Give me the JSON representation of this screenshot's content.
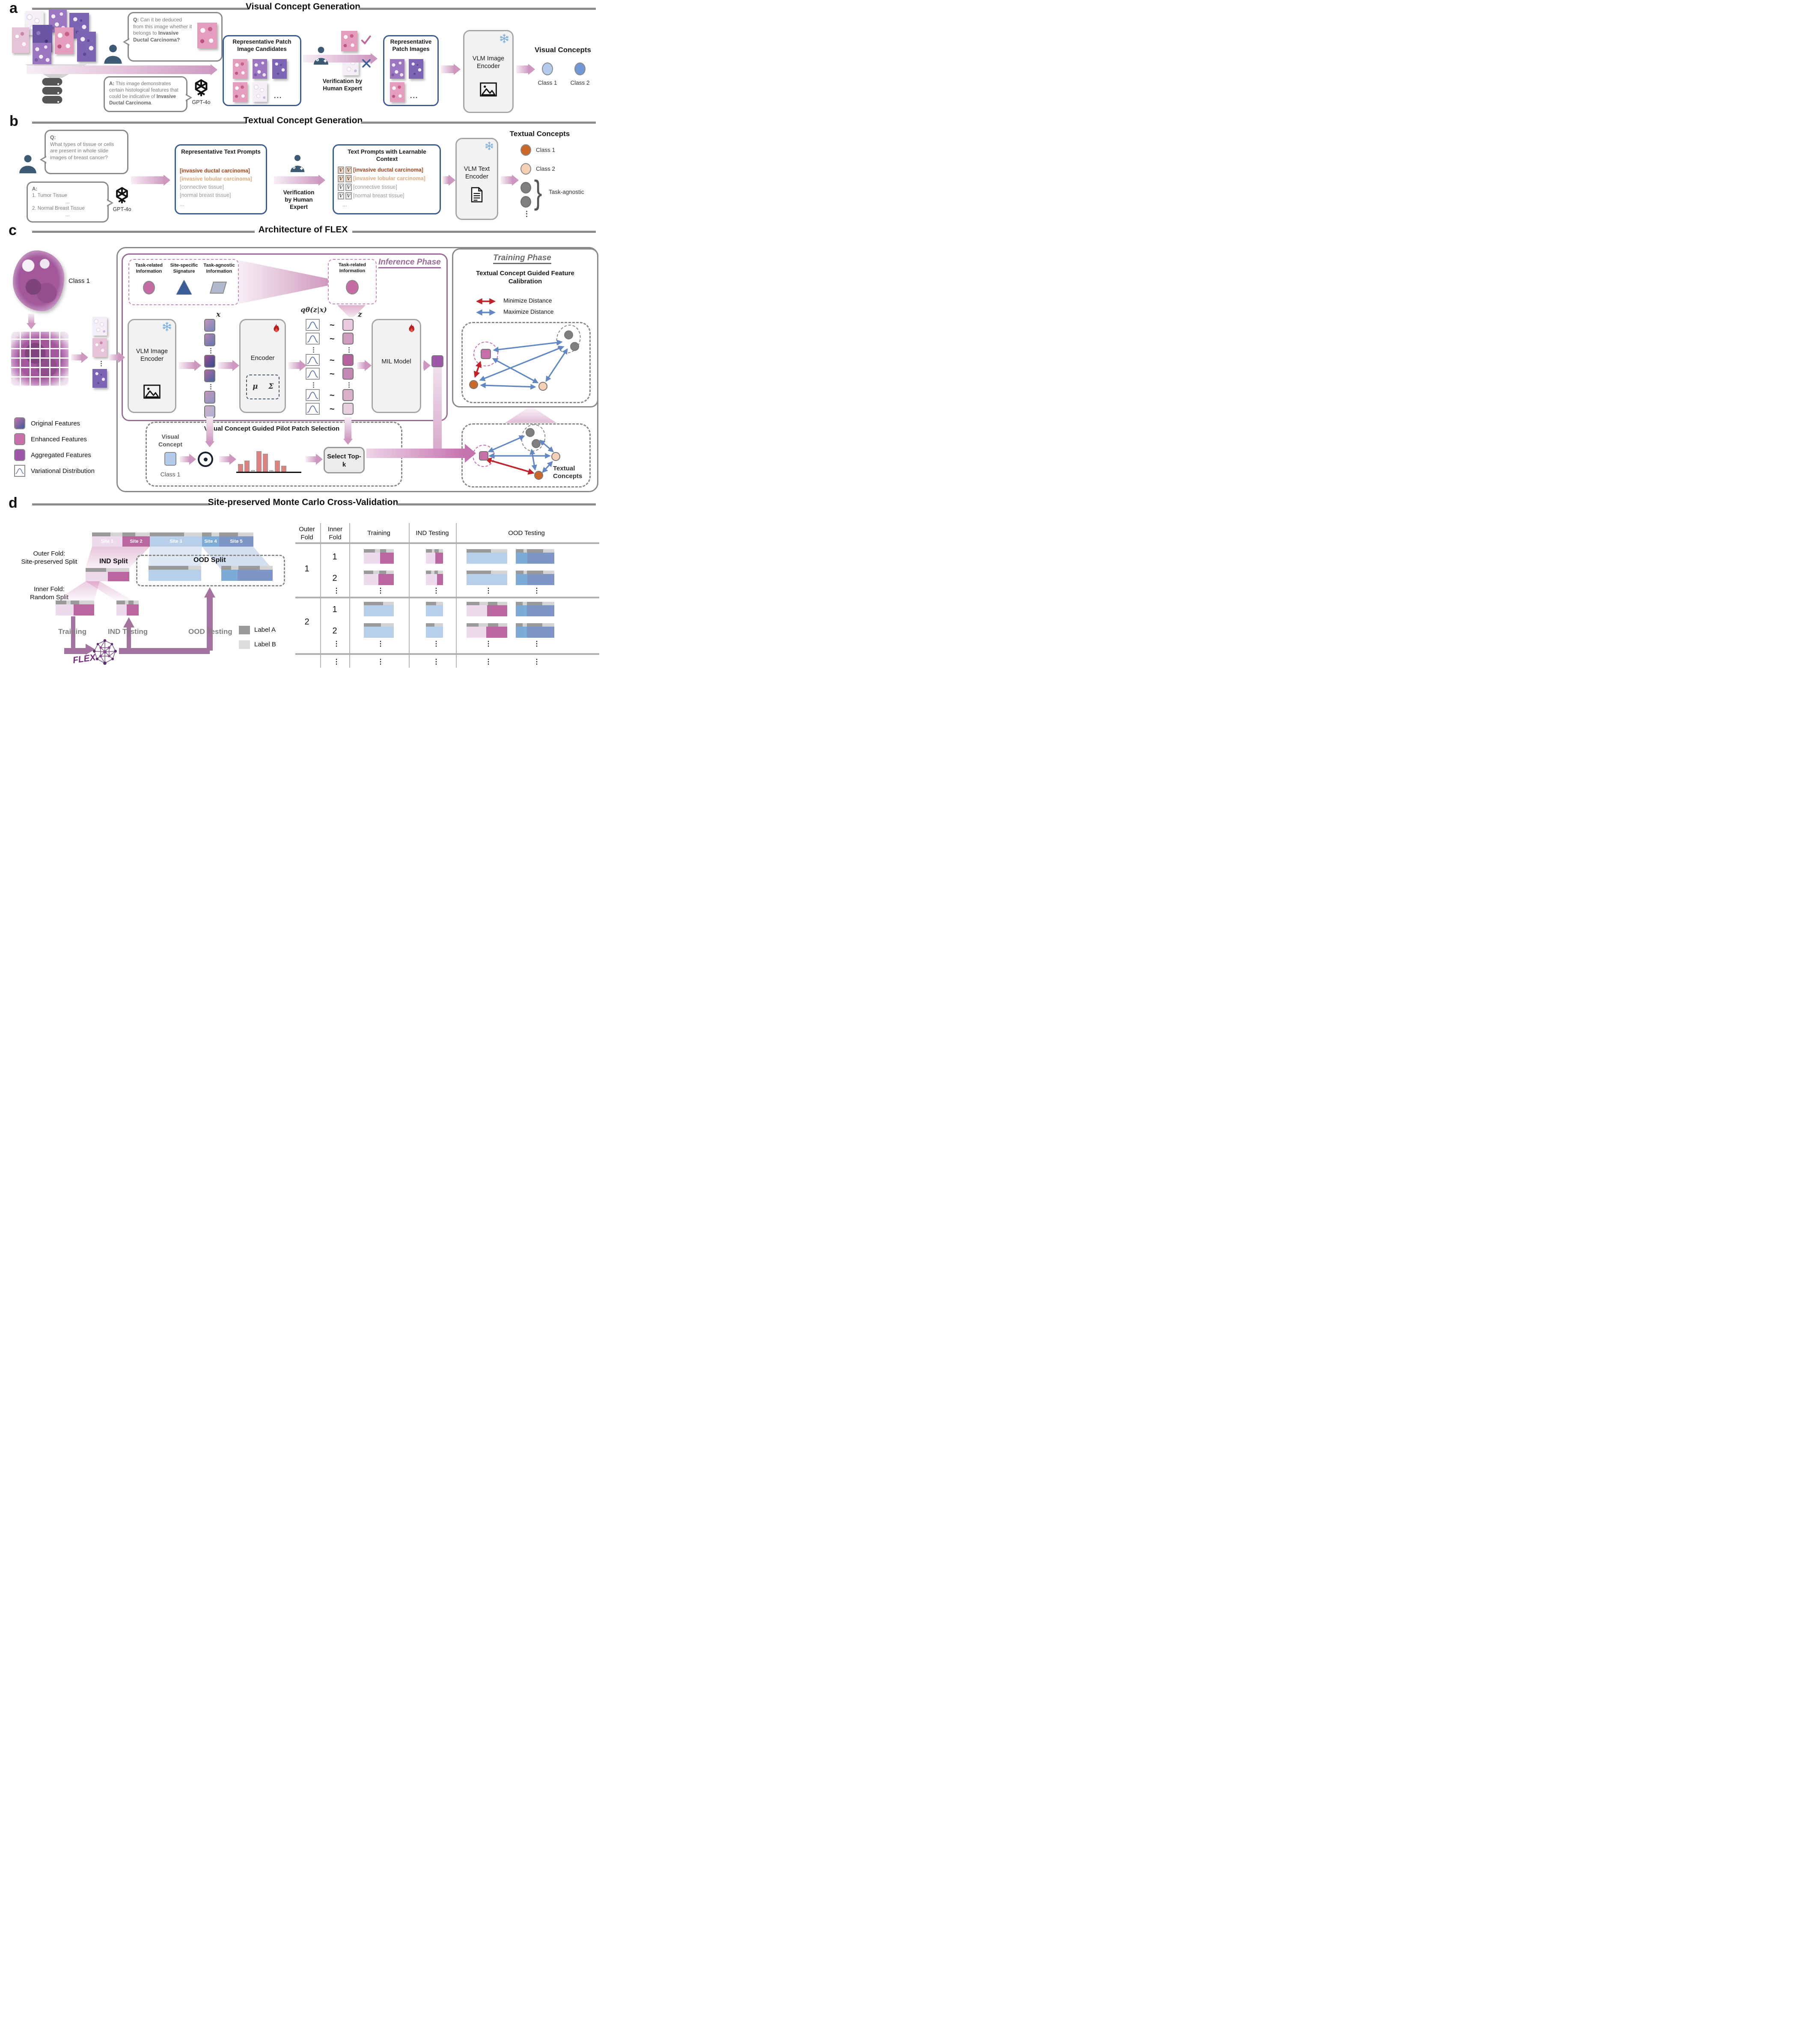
{
  "colors": {
    "accent_pink": "#c583b2",
    "box_blue_border": "#3a5b93",
    "inference_border": "#9b6b97",
    "site1": "#eddaed",
    "site2": "#bb679f",
    "site3": "#b7cfe9",
    "site4": "#7cabd6",
    "site5": "#7e96c6",
    "label_a_gray": "#9a9a9a",
    "label_b_gray": "#dcdcdc",
    "minimize_red": "#c02428",
    "maximize_blue": "#6288c4",
    "class1_visual": "#b3cbec",
    "class2_visual": "#6f98d4",
    "class1_textual": "#cb6727",
    "class2_textual": "#f4d0b5",
    "prompt_idc": "#a8441c",
    "prompt_ilc": "#e3a97d",
    "snowflake": "#7badde",
    "flame": "#b51f1f",
    "purple_arrow": "#a4729f"
  },
  "panel_a": {
    "label": "a",
    "title": "Visual Concept Generation",
    "q_prefix": "Q:",
    "q_text": " Can it be deduced from this image whether it belongs to ",
    "q_bold": "Invasive Ductal Carcinoma?",
    "a_prefix": "A:",
    "a_text": " This image demonstrates certain histological features that could be indicative of ",
    "a_bold": "Invasive Ductal Carcinoma",
    "a_period": ".",
    "gpt": "GPT-4o",
    "candidates_title": "Representative Patch Image Candidates",
    "verification_l1": "Verification by",
    "verification_l2": "Human Expert",
    "patches_title": "Representative Patch Images",
    "encoder": "VLM Image Encoder",
    "concepts_title": "Visual Concepts",
    "class1": "Class 1",
    "class2": "Class 2",
    "ellipsis": "..."
  },
  "panel_b": {
    "label": "b",
    "title": "Textual Concept Generation",
    "q_prefix": "Q:",
    "q_text": "What types of tissue or cells are present in whole slide images of breast cancer?",
    "a_prefix": "A:",
    "a_line1": "1. Tumor Tissue",
    "a_line2": "...",
    "a_line3": "2. Normal Breast Tissue",
    "a_line4": "...",
    "gpt": "GPT-4o",
    "prompts_title": "Representative Text Prompts",
    "prompt1": "[invasive ductal carcinoma]",
    "prompt2": "[invasive lobular carcinoma]",
    "prompt3": "[connective tissue]",
    "prompt4": "[normal breast tissue]",
    "ellipsis": "...",
    "verification_l1": "Verification",
    "verification_l2": "by Human",
    "verification_l3": "Expert",
    "learnable_title": "Text Prompts with Learnable Context",
    "v": "V",
    "encoder": "VLM Text Encoder",
    "concepts_title": "Textual Concepts",
    "class1": "Class 1",
    "class2": "Class 2",
    "task_agnostic": "Task-agnostic",
    "vdots": "⋮",
    "brace": "}"
  },
  "panel_c": {
    "label": "c",
    "title": "Architecture of FLEX",
    "wsi_class": "Class 1",
    "info_task_related": "Task-related Information",
    "info_site_specific": "Site-specific Signature",
    "info_task_agnostic": "Task-agnostic Information",
    "task_related2": "Task-related Information",
    "inference_phase": "Inference Phase",
    "vlm_encoder": "VLM Image Encoder",
    "x": "x",
    "encoder": "Encoder",
    "mu": "μ",
    "sigma": "Σ",
    "q_formula": "qθ(z|x)",
    "tilde": "~",
    "z": "z",
    "mil": "MIL Model",
    "training_phase": "Training Phase",
    "calibration_title": "Textual Concept Guided Feature Calibration",
    "minimize": "Minimize Distance",
    "maximize": "Maximize Distance",
    "legend_original": "Original Features",
    "legend_enhanced": "Enhanced Features",
    "legend_aggregated": "Aggregated Features",
    "legend_variational": "Variational Distribution",
    "pilot_title": "Visual Concept Guided Pilot Patch Selection",
    "visual_concept": "Visual Concept",
    "pilot_class": "Class 1",
    "select_topk": "Select Top-k",
    "textual_concepts": "Textual Concepts",
    "histogram_heights": [
      18,
      26,
      48,
      42,
      26,
      14
    ],
    "hist_dots": "...",
    "vdots": "⋮"
  },
  "panel_d": {
    "label": "d",
    "title": "Site-preserved Monte Carlo Cross-Validation",
    "sites": [
      "Site 1",
      "Site 2",
      "Site 3",
      "Site 4",
      "Site 5"
    ],
    "outer_fold_l1": "Outer Fold:",
    "outer_fold_l2": "Site-preserved Split",
    "inner_fold_l1": "Inner Fold:",
    "inner_fold_l2": "Random Split",
    "ind_split": "IND Split",
    "ood_split": "OOD Split",
    "training": "Training",
    "ind_testing": "IND Testing",
    "ood_testing": "OOD Testing",
    "flex": "FLEX",
    "label_a": "Label A",
    "label_b": "Label B",
    "table": {
      "h_outer": "Outer Fold",
      "h_inner": "Inner Fold",
      "h_training": "Training",
      "h_ind": "IND Testing",
      "h_ood": "OOD Testing",
      "outer1": "1",
      "outer2": "2",
      "inner1": "1",
      "inner2": "2",
      "vdots": "⋮"
    }
  }
}
